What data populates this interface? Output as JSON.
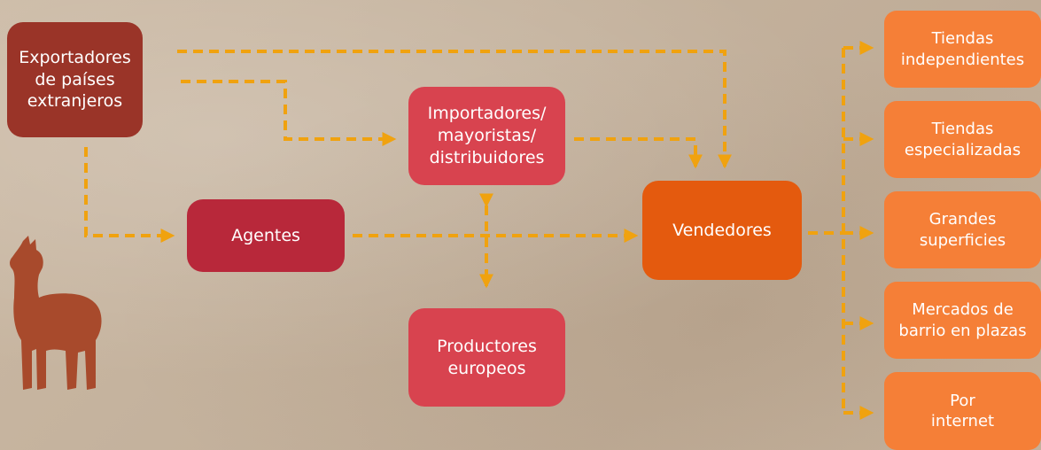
{
  "nodes": {
    "exporters": "Exportadores\nde países\nextranjeros",
    "importers": "Importadores/\nmayoristas/\ndistribuidores",
    "agents": "Agentes",
    "producers": "Productores\neuropeos",
    "sellers": "Vendedores",
    "independent_stores": "Tiendas\nindependientes",
    "specialized_stores": "Tiendas\nespecializadas",
    "large_surfaces": "Grandes\nsuperficies",
    "neighborhood_markets": "Mercados de\nbarrio en plazas",
    "internet": "Por\ninternet"
  },
  "colors": {
    "arrow": "#f0a20f",
    "exporters": "#9a3428",
    "agents": "#b8283a",
    "importers": "#d8434f",
    "sellers": "#e45a0e",
    "channels": "#f57f37",
    "alpaca": "#a84a2c"
  },
  "icons": {
    "alpaca": "alpaca-silhouette-icon"
  }
}
